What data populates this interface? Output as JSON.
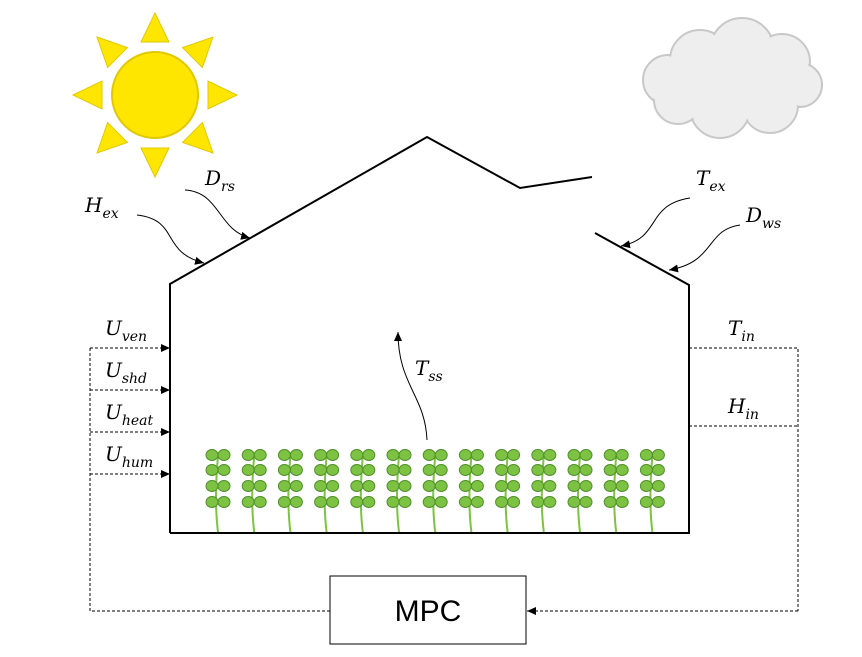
{
  "controller": {
    "label": "MPC"
  },
  "disturbances": {
    "H_ex": {
      "base": "H",
      "sub": "ex"
    },
    "D_rs": {
      "base": "D",
      "sub": "rs"
    },
    "T_ex": {
      "base": "T",
      "sub": "ex"
    },
    "D_ws": {
      "base": "D",
      "sub": "ws"
    },
    "T_ss": {
      "base": "T",
      "sub": "ss"
    }
  },
  "control_inputs": [
    {
      "base": "U",
      "sub": "ven"
    },
    {
      "base": "U",
      "sub": "shd"
    },
    {
      "base": "U",
      "sub": "heat"
    },
    {
      "base": "U",
      "sub": "hum"
    }
  ],
  "measurements": [
    {
      "base": "T",
      "sub": "in"
    },
    {
      "base": "H",
      "sub": "in"
    }
  ],
  "colors": {
    "sun": "#FFE600",
    "sun_stroke": "#E0C800",
    "cloud_fill": "#EEEEEE",
    "cloud_stroke": "#C8C8C8",
    "leaf": "#7DC242",
    "leaf_stroke": "#4E8F2A",
    "stem": "#7DC242"
  },
  "plant_count": 13
}
